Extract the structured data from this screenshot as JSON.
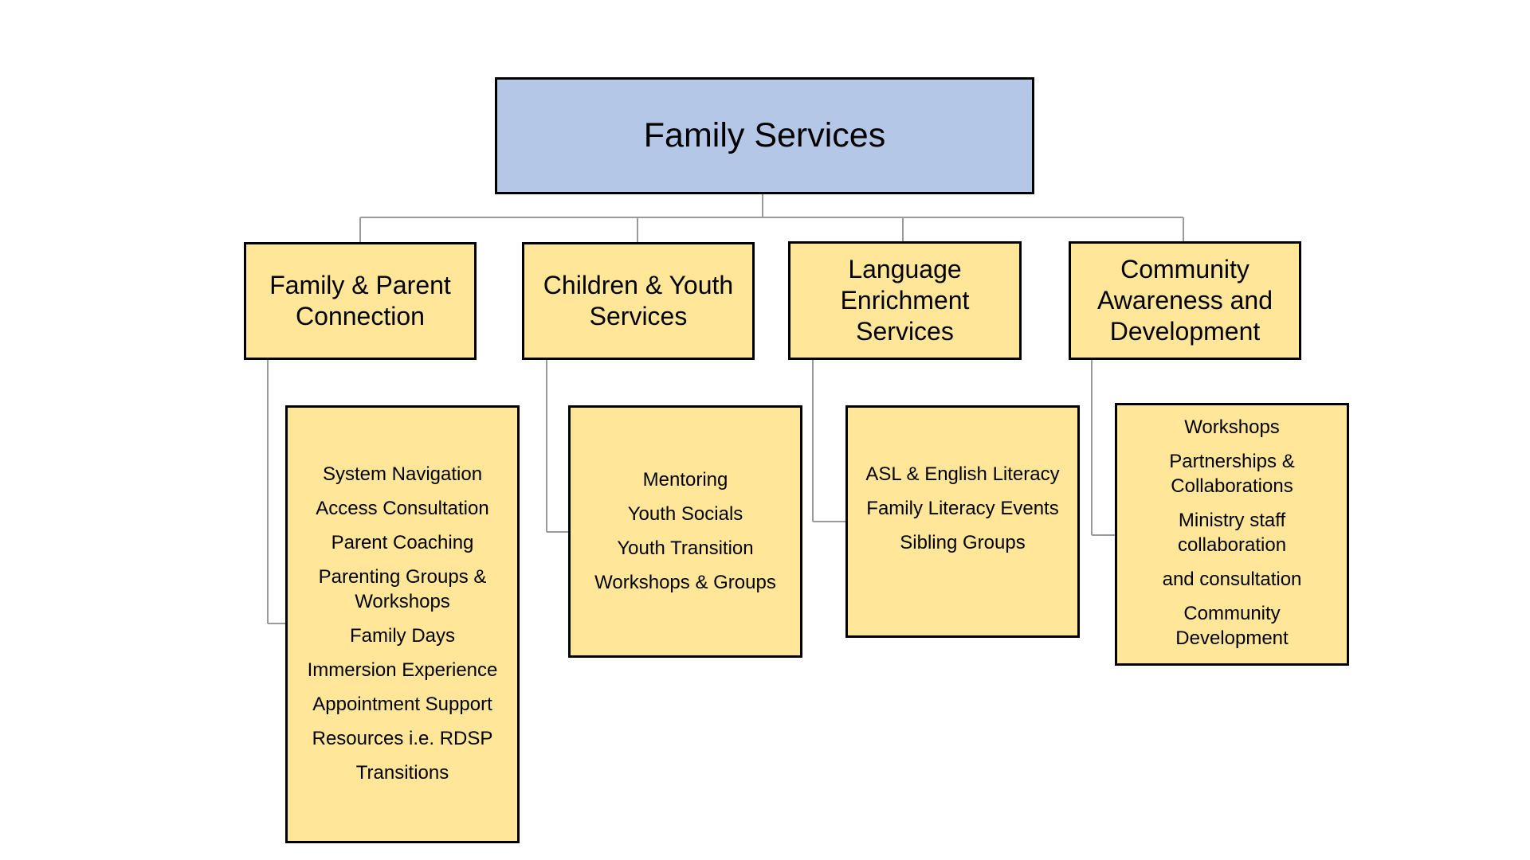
{
  "root": {
    "title": "Family Services"
  },
  "categories": [
    {
      "title_lines": [
        "Family & Parent",
        "Connection"
      ],
      "items": [
        "System Navigation",
        "Access Consultation",
        "Parent Coaching",
        "Parenting Groups & Workshops",
        "Family Days",
        "Immersion Experience",
        "Appointment Support",
        "Resources i.e. RDSP",
        "Transitions"
      ]
    },
    {
      "title_lines": [
        "Children & Youth",
        "Services"
      ],
      "items": [
        "Mentoring",
        "Youth Socials",
        "Youth Transition",
        "Workshops & Groups"
      ]
    },
    {
      "title_lines": [
        "Language",
        "Enrichment",
        "Services"
      ],
      "items": [
        "ASL & English Literacy",
        "Family Literacy Events",
        "Sibling Groups"
      ]
    },
    {
      "title_lines": [
        "Community",
        "Awareness and",
        "Development"
      ],
      "items": [
        "Workshops",
        "Partnerships & Collaborations",
        "Ministry staff collaboration",
        "and consultation",
        "Community Development"
      ]
    }
  ],
  "colors": {
    "root_fill": "#b4c7e7",
    "box_fill": "#ffe699",
    "border": "#000000",
    "connector": "#9a9a9a"
  }
}
